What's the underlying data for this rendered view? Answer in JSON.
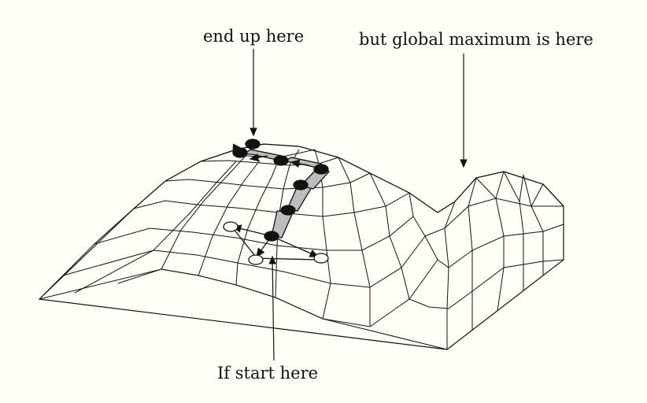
{
  "annotations": {
    "end_label": "end up here",
    "global_label": "but global maximum is here",
    "start_label": "If start here"
  },
  "colors": {
    "background": "#fffff8",
    "line": "#111111",
    "step_fill": "#bdbdbd",
    "visited_point": "#111111",
    "start_point": "#ffffff"
  }
}
